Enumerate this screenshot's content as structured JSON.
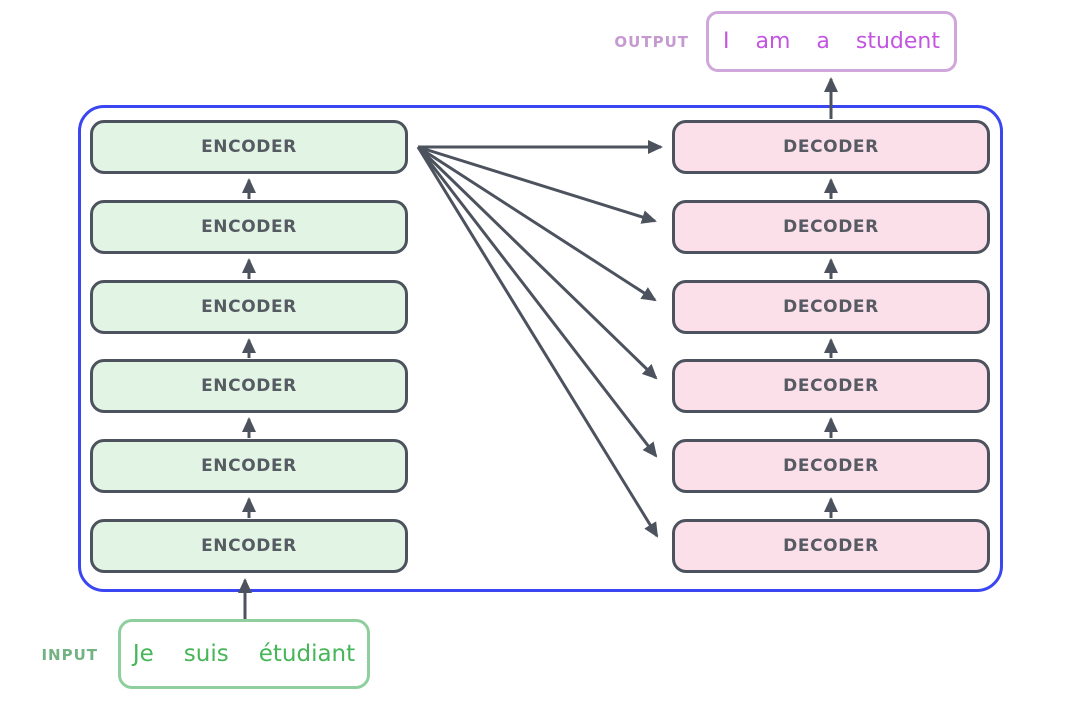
{
  "encoder_stack": {
    "boxes": [
      "ENCODER",
      "ENCODER",
      "ENCODER",
      "ENCODER",
      "ENCODER",
      "ENCODER"
    ]
  },
  "decoder_stack": {
    "boxes": [
      "DECODER",
      "DECODER",
      "DECODER",
      "DECODER",
      "DECODER",
      "DECODER"
    ]
  },
  "input": {
    "label": "INPUT",
    "words": [
      "Je",
      "suis",
      "étudiant"
    ]
  },
  "output": {
    "label": "OUTPUT",
    "words": [
      "I",
      "am",
      "a",
      "student"
    ]
  },
  "colors": {
    "container_border": "#3a46f2",
    "box_border": "#4d535e",
    "arrow": "#4d535e",
    "encoder_fill": "#e2f4e3",
    "decoder_fill": "#fbdfe9",
    "box_text": "#565b63",
    "input_label": "#73b283",
    "input_text": "#46b658",
    "input_border": "#8fcf9e",
    "output_label": "#c69ad1",
    "output_text": "#c355e0",
    "output_border": "#cfa7da",
    "background": "#ffffff"
  }
}
